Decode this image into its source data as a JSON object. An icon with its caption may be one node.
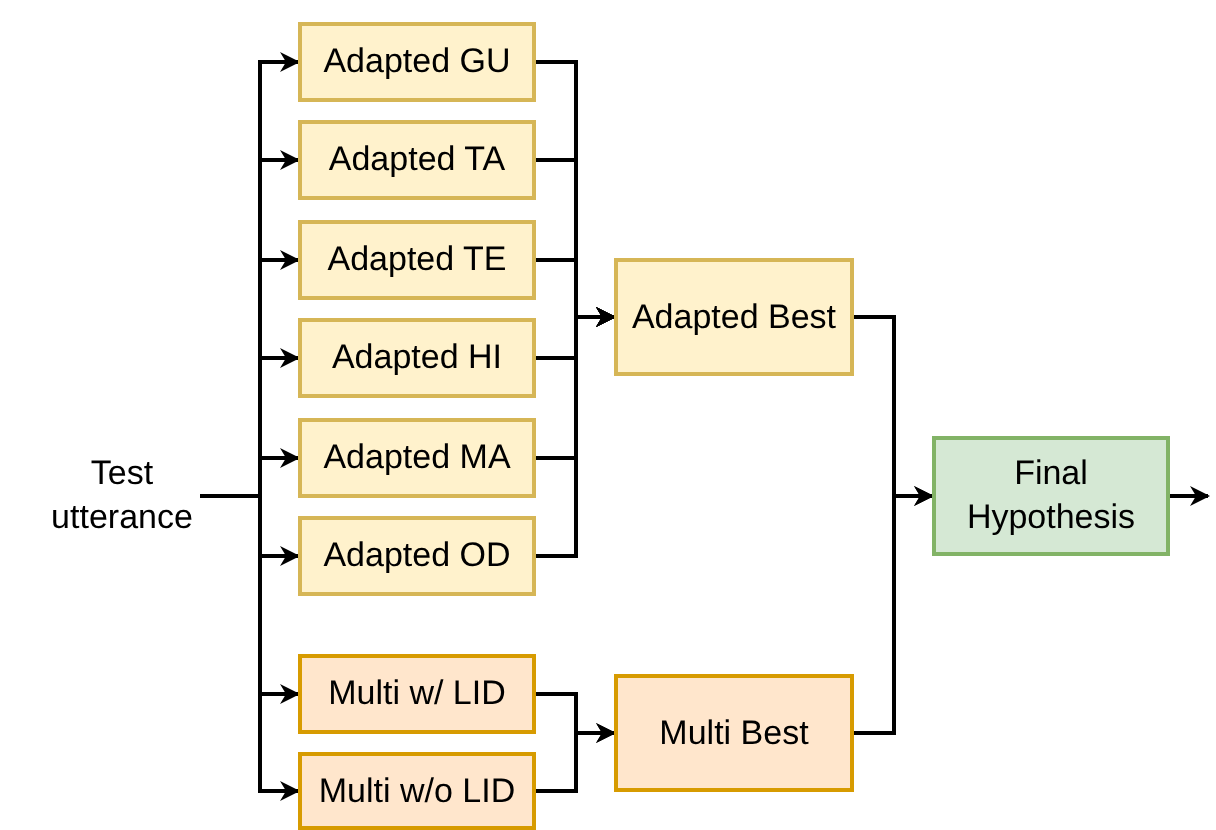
{
  "diagram": {
    "nodes": [
      {
        "text": [
          "Test utterance"
        ]
      },
      {
        "text": [
          "Adapted GU"
        ]
      },
      {
        "text": [
          "Adapted TA"
        ]
      },
      {
        "text": [
          "Adapted TE"
        ]
      },
      {
        "text": [
          "Adapted HI"
        ]
      },
      {
        "text": [
          "Adapted MA"
        ]
      },
      {
        "text": [
          "Adapted OD"
        ]
      },
      {
        "text": [
          "Multi w/ LID"
        ]
      },
      {
        "text": [
          "Multi w/o LID"
        ]
      },
      {
        "text": [
          "Adapted Best"
        ]
      },
      {
        "text": [
          "Multi Best"
        ]
      },
      {
        "text": [
          "Final Hypothesis"
        ]
      }
    ],
    "edges": [
      {
        "from": 0,
        "to": 1,
        "arrow": "to"
      },
      {
        "from": 0,
        "to": 2,
        "arrow": "to"
      },
      {
        "from": 0,
        "to": 3,
        "arrow": "to"
      },
      {
        "from": 0,
        "to": 4,
        "arrow": "to"
      },
      {
        "from": 0,
        "to": 5,
        "arrow": "to"
      },
      {
        "from": 0,
        "to": 6,
        "arrow": "to"
      },
      {
        "from": 0,
        "to": 7,
        "arrow": "to"
      },
      {
        "from": 0,
        "to": 8,
        "arrow": "to"
      },
      {
        "from": 1,
        "to": 9,
        "arrow": "to"
      },
      {
        "from": 2,
        "to": 9,
        "arrow": "to"
      },
      {
        "from": 3,
        "to": 9,
        "arrow": "to"
      },
      {
        "from": 4,
        "to": 9,
        "arrow": "to"
      },
      {
        "from": 5,
        "to": 9,
        "arrow": "to"
      },
      {
        "from": 6,
        "to": 9,
        "arrow": "to"
      },
      {
        "from": 7,
        "to": 10,
        "arrow": "to"
      },
      {
        "from": 8,
        "to": 10,
        "arrow": "to"
      },
      {
        "from": 9,
        "to": 11,
        "arrow": "to"
      },
      {
        "from": 10,
        "to": 11,
        "arrow": "to"
      },
      {
        "from": 11,
        "to": null,
        "arrow": "to"
      }
    ]
  }
}
